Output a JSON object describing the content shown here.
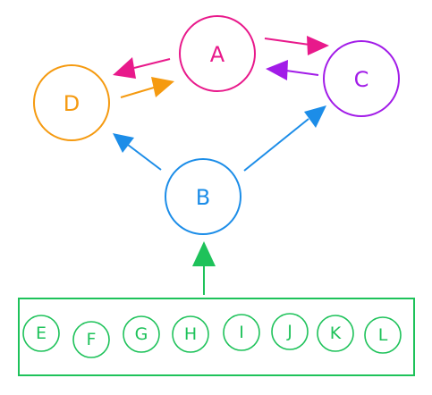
{
  "colors": {
    "pink": "#e8198b",
    "purple": "#a21ce8",
    "orange": "#f59a10",
    "blue": "#1c8de8",
    "green": "#1ec25a"
  },
  "nodes": {
    "a": "A",
    "b": "B",
    "c": "C",
    "d": "D"
  },
  "group": {
    "items": [
      "E",
      "F",
      "G",
      "H",
      "I",
      "J",
      "K",
      "L"
    ]
  }
}
